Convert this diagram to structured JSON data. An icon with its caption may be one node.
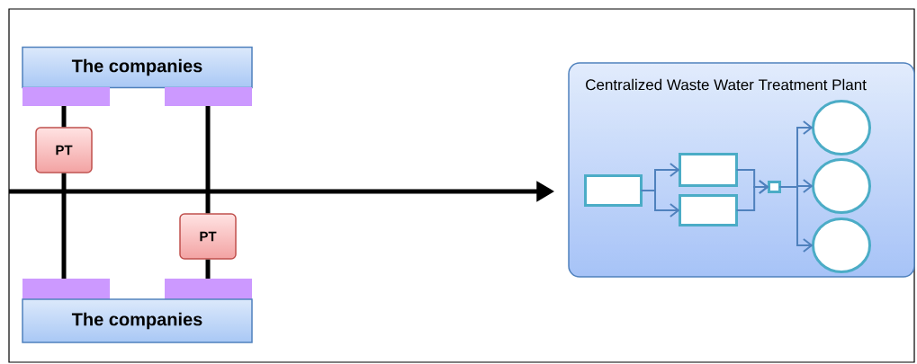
{
  "diagram": {
    "nodes": [
      {
        "text": [
          "The companies"
        ]
      },
      {
        "text": [],
        "shape": "bar"
      },
      {
        "text": [],
        "shape": "bar"
      },
      {
        "text": [
          "PT"
        ]
      },
      {
        "text": [
          "PT"
        ]
      },
      {
        "text": [],
        "shape": "bar"
      },
      {
        "text": [],
        "shape": "bar"
      },
      {
        "text": [
          "The companies"
        ]
      },
      {
        "text": [
          "Centralized Waste Water Treatment Plant"
        ]
      },
      {
        "text": [],
        "shape": "box",
        "in": 8
      },
      {
        "text": [],
        "shape": "box",
        "in": 8
      },
      {
        "text": [],
        "shape": "box",
        "in": 8
      },
      {
        "text": [],
        "shape": "box",
        "in": 8
      },
      {
        "text": [],
        "shape": "circle",
        "in": 8
      },
      {
        "text": [],
        "shape": "circle",
        "in": 8
      },
      {
        "text": [],
        "shape": "circle",
        "in": 8
      }
    ],
    "edges": [
      {
        "from": 1,
        "to": 3,
        "arrow": "none",
        "style": "thick",
        "color": "#000000"
      },
      {
        "from": 3,
        "to": 5,
        "arrow": "none",
        "style": "thick",
        "color": "#000000"
      },
      {
        "from": 2,
        "to": 4,
        "arrow": "none",
        "style": "thick",
        "color": "#000000"
      },
      {
        "from": 4,
        "to": 6,
        "arrow": "none",
        "style": "thick",
        "color": "#000000"
      },
      {
        "from": null,
        "to": 8,
        "arrow": "to",
        "style": "thick",
        "color": "#000000"
      },
      {
        "from": 9,
        "to": 10,
        "arrow": "to"
      },
      {
        "from": 9,
        "to": 11,
        "arrow": "to"
      },
      {
        "from": 10,
        "to": 12,
        "arrow": "to"
      },
      {
        "from": 11,
        "to": 12,
        "arrow": "to"
      },
      {
        "from": 12,
        "to": 13,
        "arrow": "to"
      },
      {
        "from": 12,
        "to": 14,
        "arrow": "to"
      },
      {
        "from": 12,
        "to": 15,
        "arrow": "to"
      }
    ]
  }
}
